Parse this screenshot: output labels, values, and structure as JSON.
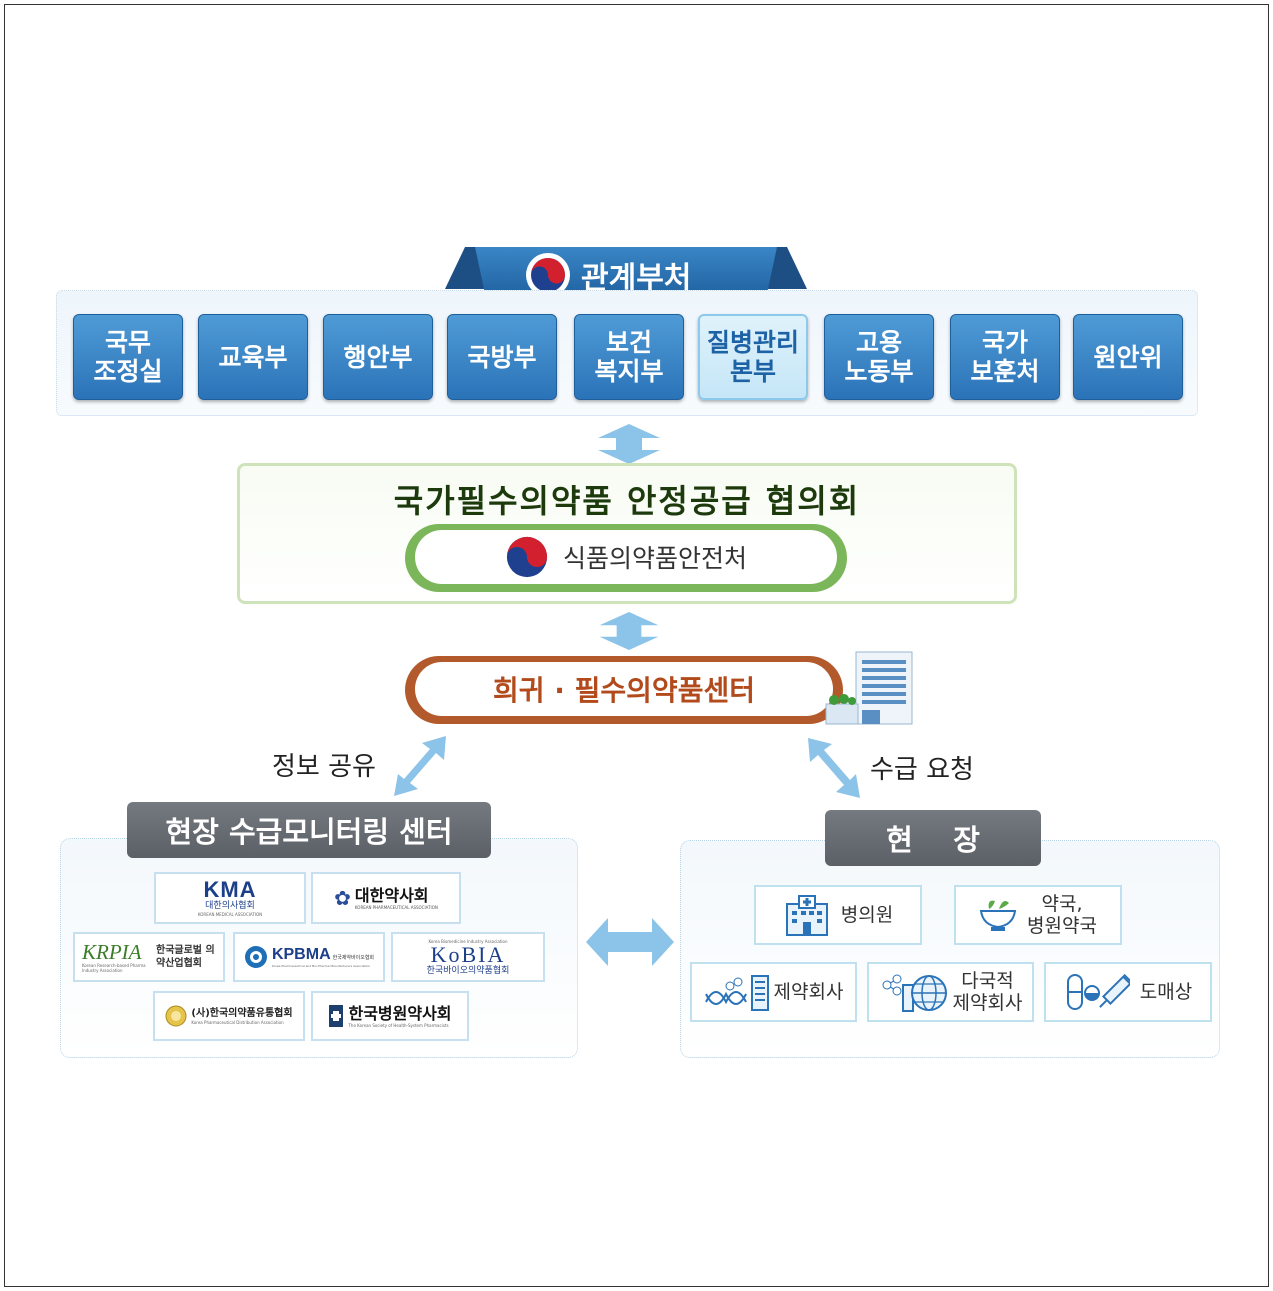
{
  "ministries": {
    "title": "관계부처",
    "items": [
      {
        "line1": "국무",
        "line2": "조정실"
      },
      {
        "line1": "교육부",
        "line2": ""
      },
      {
        "line1": "행안부",
        "line2": ""
      },
      {
        "line1": "국방부",
        "line2": ""
      },
      {
        "line1": "보건",
        "line2": "복지부"
      },
      {
        "line1": "질병관리",
        "line2": "본부"
      },
      {
        "line1": "고용",
        "line2": "노동부"
      },
      {
        "line1": "국가",
        "line2": "보훈처"
      },
      {
        "line1": "원안위",
        "line2": ""
      }
    ]
  },
  "council": {
    "title": "국가필수의약품 안정공급 협의회",
    "agency": "식품의약품안전처"
  },
  "center": {
    "name": "희귀 · 필수의약품센터"
  },
  "flows": {
    "left": "정보 공유",
    "right": "수급 요청"
  },
  "monitoring": {
    "title": "현장 수급모니터링 센터",
    "orgs": [
      {
        "abbr": "KMA",
        "name": "대한의사협회",
        "sub": "KOREAN MEDICAL ASSOCIATION"
      },
      {
        "abbr": "",
        "name": "대한약사회",
        "sub": "KOREAN PHARMACEUTICAL ASSOCIATION"
      },
      {
        "abbr": "KRPIA",
        "name": "한국글로벌 의약산업협회",
        "sub": "Korean Research-based Pharma Industry Association"
      },
      {
        "abbr": "KPBMA",
        "name": "한국제약바이오협회",
        "sub": "Korea Pharmaceutical and Bio-Pharma Manufacturers Association"
      },
      {
        "abbr": "KoBIA",
        "name": "한국바이오의약품협회",
        "sub": "Korea Biomedicine Industry Association"
      },
      {
        "abbr": "",
        "name": "(사)한국의약품유통협회",
        "sub": "Korea Pharmaceutical Distribution Association"
      },
      {
        "abbr": "",
        "name": "한국병원약사회",
        "sub": "The Korean Society of Health-System Pharmacists"
      }
    ]
  },
  "field": {
    "title": "현    장",
    "items": [
      {
        "label": "병의원",
        "icon": "hospital-icon"
      },
      {
        "label": "약국,\n병원약국",
        "icon": "pharmacy-icon"
      },
      {
        "label": "제약회사",
        "icon": "dna-building-icon"
      },
      {
        "label": "다국적\n제약회사",
        "icon": "globe-molecule-icon"
      },
      {
        "label": "도매상",
        "icon": "pill-syringe-icon"
      }
    ]
  },
  "colors": {
    "ministry_blue": "#2b73b8",
    "council_green": "#7cb65a",
    "center_brown": "#b25a2b",
    "arrow_blue": "#8cc3e8"
  }
}
